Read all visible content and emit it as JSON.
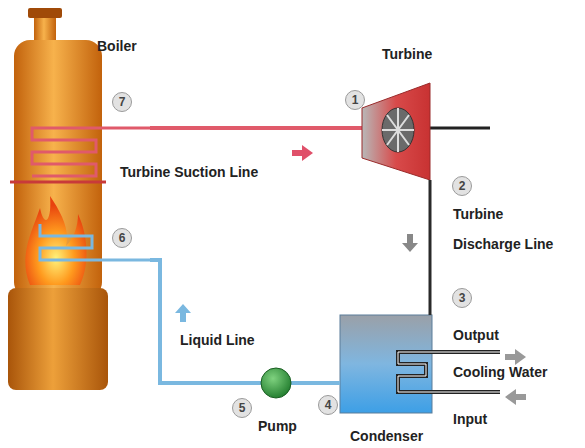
{
  "diagram": {
    "nodes": [
      {
        "text": [
          "Boiler"
        ]
      },
      {
        "text": [
          "Turbine"
        ]
      },
      {
        "text": [
          "Condenser"
        ]
      },
      {
        "text": [
          "Pump"
        ]
      }
    ],
    "edges": [
      {
        "from": 0,
        "to": 1,
        "arrow": "none",
        "label": "Turbine Suction Line"
      },
      {
        "from": 1,
        "to": 2,
        "arrow": "none",
        "label": "Turbine Discharge Line"
      },
      {
        "from": 2,
        "to": 3,
        "arrow": "none"
      },
      {
        "from": 3,
        "to": 0,
        "arrow": "none",
        "label": "Liquid Line"
      }
    ],
    "labels": [
      "7",
      "1",
      "2",
      "3",
      "4",
      "5",
      "6",
      "Output",
      "Cooling Water",
      "Input"
    ]
  }
}
